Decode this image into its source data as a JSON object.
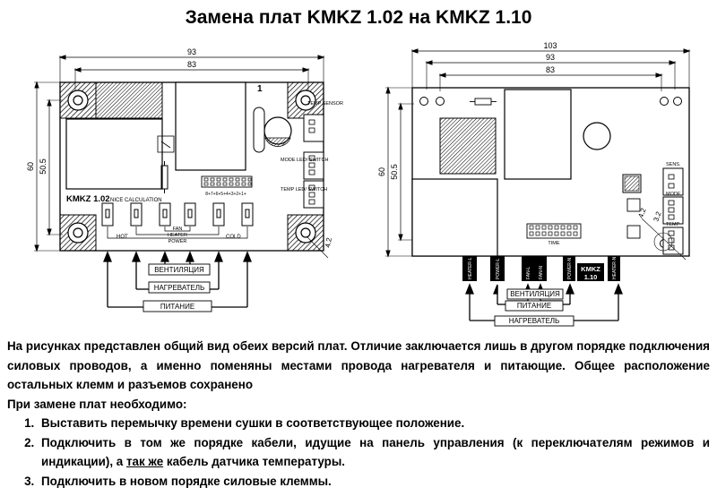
{
  "title": "Замена плат KMKZ 1.02 на KMKZ 1.10",
  "board_left": {
    "model": "KMKZ 1.02",
    "subtitle": "NICE CALCULATION",
    "dim_93": "93",
    "dim_83": "83",
    "dim_60": "60",
    "dim_50_5": "50.5",
    "dim_4_2": "4.2",
    "num_1": "1",
    "temp_sensor": "TEMP SENSOR",
    "mode_switch": "MODE LED/ SWITCH",
    "temp_switch": "TEMP LED/ SWITCH",
    "hot": "HOT",
    "cold": "COLD",
    "fan": "FAN",
    "heater": "HEATER",
    "power": "POWER",
    "pin_labels": "8+7+6+5+4+3+2+1+",
    "label_fan": "ВЕНТИЛЯЦИЯ",
    "label_heater": "НАГРЕВАТЕЛЬ",
    "label_power": "ПИТАНИЕ"
  },
  "board_right": {
    "model": "KMKZ",
    "version": "1.10",
    "dim_103": "103",
    "dim_93": "93",
    "dim_83": "83",
    "dim_60": "60",
    "dim_50_5": "50.5",
    "dim_4_2": "4.2",
    "dim_3_2": "3.2",
    "sens": "SENS.",
    "mode": "MODE",
    "temp": "TEMP",
    "time": "TIME",
    "terminals": [
      "HEATER-L",
      "POWER-L",
      "FAN-L",
      "FAN-N",
      "POWER-N",
      "HEATER-N"
    ],
    "label_fan": "ВЕНТИЛЯЦИЯ",
    "label_power": "ПИТАНИЕ",
    "label_heater": "НАГРЕВАТЕЛЬ"
  },
  "text": {
    "para1": "На рисунках представлен общий вид обеих версий плат. Отличие заключается лишь в другом порядке подключения силовых проводов, а именно поменяны местами провода нагревателя и питающие. Общее расположение остальных клемм и разъемов сохранено",
    "para2": "При замене плат необходимо:",
    "step1": "Выставить перемычку времени сушки в соответствующее положение.",
    "step2_a": "Подключить в том же порядке кабели, идущие на панель управления (к переключателям режимов и индикации), а ",
    "step2_u": "так же",
    "step2_b": " кабель датчика температуры.",
    "step3": "Подключить в новом порядке силовые клеммы."
  }
}
